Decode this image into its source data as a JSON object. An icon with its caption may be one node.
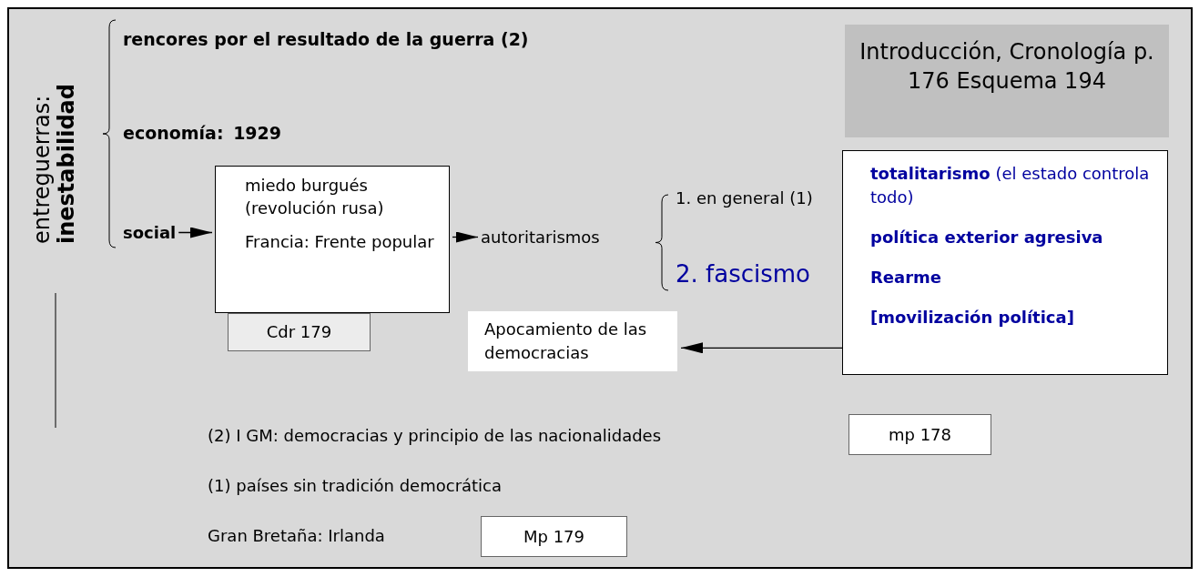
{
  "diagram": {
    "nodes": [
      {
        "text": [
          "Introducción, Cronología p. 176 Esquema 194"
        ]
      },
      {
        "text": [
          "social"
        ]
      },
      {
        "text": [
          "miedo burgués (revolución rusa)",
          "Francia: Frente popular"
        ]
      },
      {
        "text": [
          "autoritarismos"
        ]
      },
      {
        "text": [
          "**totalitarismo** (el estado controla todo)",
          "política exterior agresiva",
          "Rearme",
          "[movilización política]"
        ]
      },
      {
        "text": [
          "Cdr 179"
        ]
      },
      {
        "text": [
          "Apocamiento de las democracias"
        ]
      },
      {
        "text": [
          "mp 178"
        ]
      },
      {
        "text": [
          "Mp 179"
        ]
      }
    ],
    "edges": [
      {
        "from": 1,
        "to": 2,
        "arrow": "to"
      },
      {
        "from": 2,
        "to": 3,
        "arrow": "to"
      },
      {
        "from": 4,
        "to": 6,
        "arrow": "to"
      }
    ],
    "labels": [
      "entreguerras:",
      "inestabilidad",
      "rencores por el resultado de la guerra (2)",
      "economía: 1929",
      "1. en general (1)",
      "2. fascismo",
      "(2) I GM: democracias y principio de las nacionalidades",
      "(1) países sin tradición democrática",
      "Gran Bretaña: Irlanda"
    ]
  }
}
